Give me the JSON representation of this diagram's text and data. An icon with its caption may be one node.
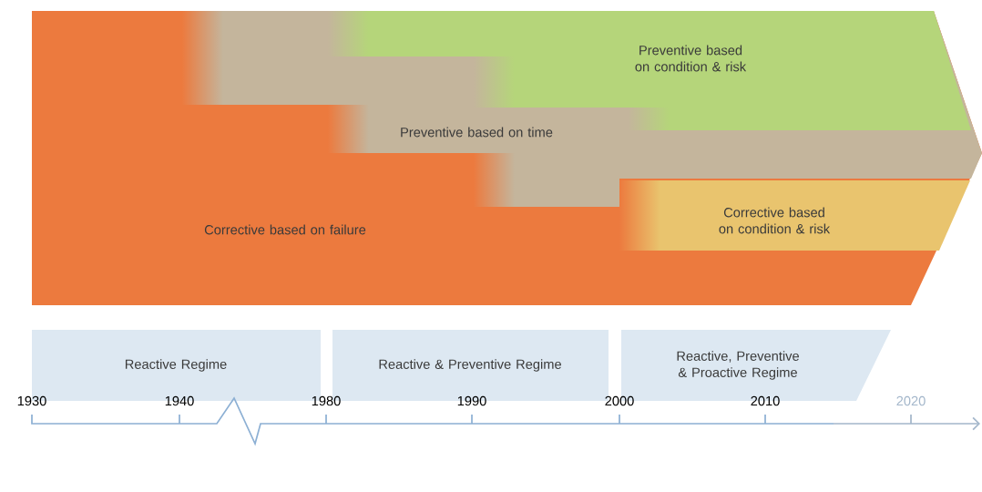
{
  "diagram": {
    "nodes": [
      {
        "text": [
          "Preventive based on condition & risk"
        ],
        "in": 1
      },
      {
        "text": [
          "Preventive based on time"
        ],
        "in": 3
      },
      {
        "text": [
          "Corrective based on condition & risk"
        ],
        "in": 3
      },
      {
        "text": [
          "Corrective based on failure"
        ]
      },
      {
        "text": [
          "Reactive Regime"
        ]
      },
      {
        "text": [
          "Reactive & Preventive Regime"
        ]
      },
      {
        "text": [
          "Reactive, Preventive & Proactive Regime"
        ]
      }
    ],
    "labels": [
      "1930",
      "1940",
      "1980",
      "1990",
      "2000",
      "2010",
      "2020"
    ]
  }
}
